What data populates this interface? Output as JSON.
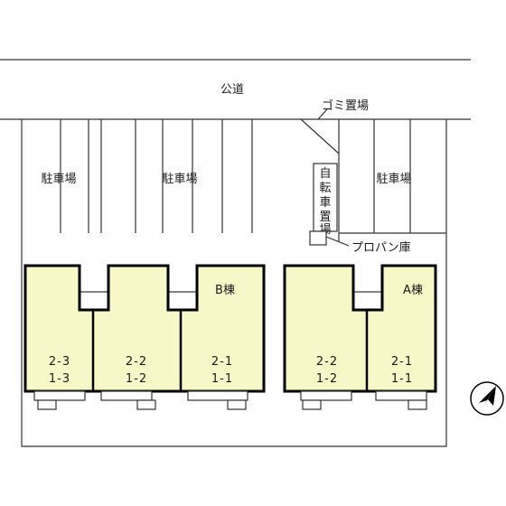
{
  "labels": {
    "road": "公道",
    "garbage": "ゴミ置場",
    "parking": "駐車場",
    "bicycle": [
      "自",
      "転",
      "車",
      "置",
      "場"
    ],
    "propane": "プロパン庫",
    "building_b": "B棟",
    "building_a": "A棟"
  },
  "building_b_units": [
    {
      "upper": "2-3",
      "lower": "1-3"
    },
    {
      "upper": "2-2",
      "lower": "1-2"
    },
    {
      "upper": "2-1",
      "lower": "1-1"
    }
  ],
  "building_a_units": [
    {
      "upper": "2-2",
      "lower": "1-2"
    },
    {
      "upper": "2-1",
      "lower": "1-1"
    }
  ],
  "colors": {
    "building_fill": "#f6f8c8",
    "outline": "#000000"
  },
  "icons": {
    "compass": "north-arrow-icon"
  }
}
